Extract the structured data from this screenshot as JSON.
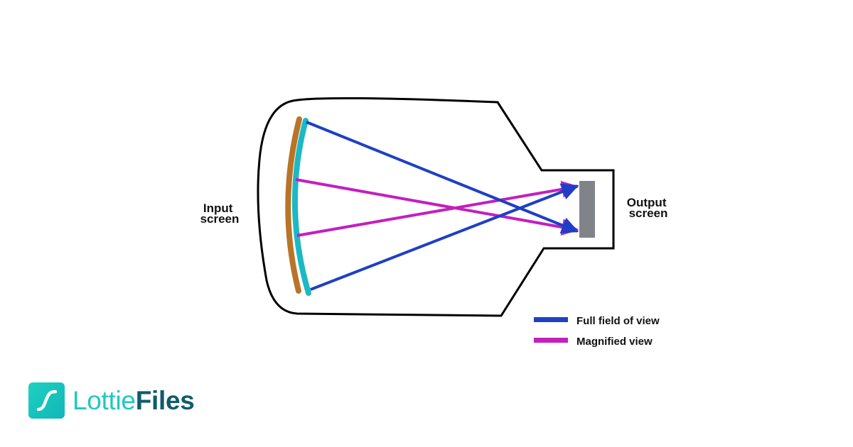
{
  "diagram": {
    "input_label": [
      "Input",
      "screen"
    ],
    "output_label": [
      "Output",
      "screen"
    ],
    "legend": [
      {
        "label": "Full field of view",
        "color": "#1f3fc4"
      },
      {
        "label": "Magnified view",
        "color": "#c21fc0"
      }
    ],
    "colors": {
      "tube_outline": "#000000",
      "input_phosphor": "#b87427",
      "photocathode": "#1db8c4",
      "output_screen": "#808488"
    }
  },
  "logo": {
    "word_a": "Lottie",
    "word_b": "Files",
    "icon": "lottie-logo-icon"
  }
}
